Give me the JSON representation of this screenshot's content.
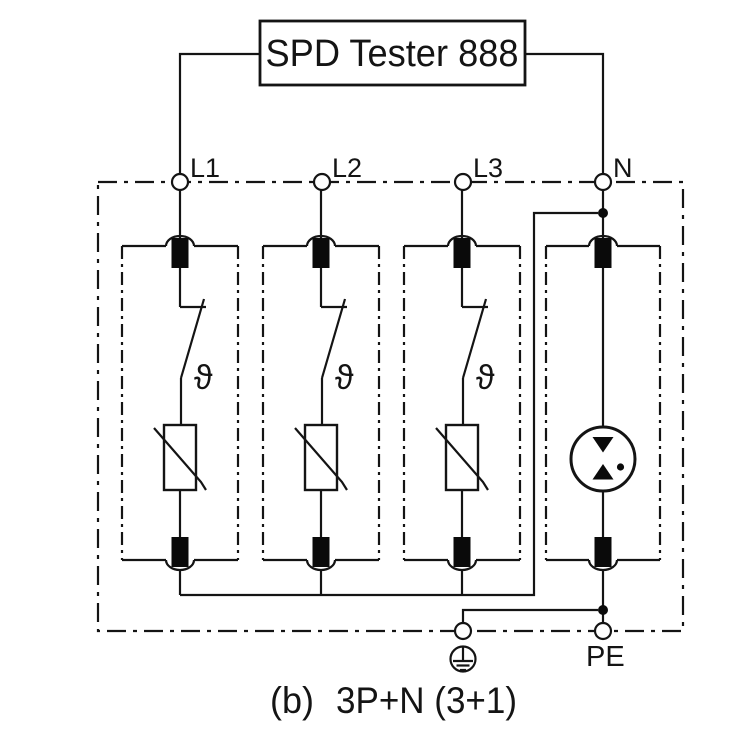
{
  "device": {
    "title": "SPD Tester 888"
  },
  "terminals": {
    "l1": "L1",
    "l2": "L2",
    "l3": "L3",
    "n": "N",
    "pe": "PE"
  },
  "symbols": {
    "thermal_disconnector": "ϑ",
    "earth_icon": "protective-earth",
    "gas_discharge_tube_icon": "spark-gap",
    "varistor_icon": "varistor"
  },
  "caption": {
    "index": "(b)",
    "label": "3P+N (3+1)"
  },
  "colors": {
    "line": "#141414",
    "background": "#ffffff",
    "component_fill": "#0a0a0a"
  }
}
